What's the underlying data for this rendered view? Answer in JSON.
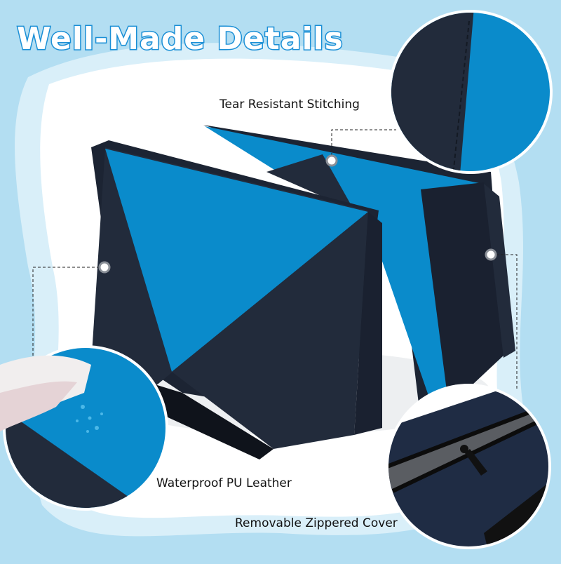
{
  "title": "Well-Made Details",
  "features": [
    {
      "label": "Tear Resistant Stitching",
      "icon": "stitching-closeup"
    },
    {
      "label": "Waterproof PU Leather",
      "icon": "water-droplets-closeup"
    },
    {
      "label": "Removable Zippered Cover",
      "icon": "zipper-closeup"
    }
  ],
  "product": {
    "name": "Folding gymnastics mat",
    "fold_panels": 4
  },
  "colors": {
    "background": "#b3def2",
    "background_light": "#d9eff9",
    "panel_white": "#ffffff",
    "mat_navy": "#222b3b",
    "mat_blue": "#0a8bcb",
    "title_outline": "#1a8fd6",
    "callout_dot": "#ffffff",
    "callout_ring": "#8a8f97"
  }
}
